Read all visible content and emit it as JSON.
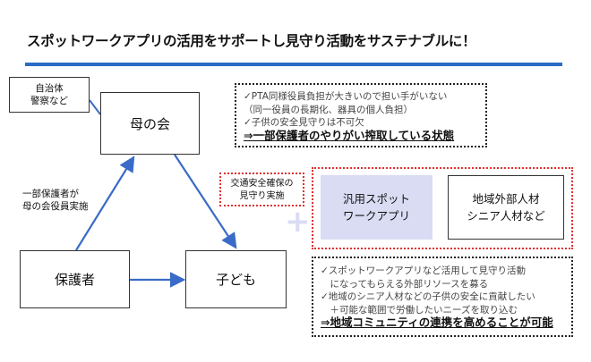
{
  "title": "スポットワークアプリの活用をサポートし見守り活動をサステナブルに！",
  "nodes": {
    "local": "自治体\n警察など",
    "mothers": "母の会",
    "guardians": "保護者",
    "children": "子ども"
  },
  "edge_label": "一部保護者が\n母の会役員実施",
  "traffic_box": "交通安全確保の\n見守り実施",
  "app_box": "汎用スポット\nワークアプリ",
  "external_box": "地域外部人材\nシニア人材など",
  "problem": {
    "lines": [
      "✓PTA同様役員負担が大きいので担い手がいない",
      "（同一役員の長期化、器具の個人負担）",
      "✓子供の安全見守りは不可欠"
    ],
    "conclusion": "⇒一部保護者のやりがい搾取している状態"
  },
  "solution": {
    "lines": [
      "✓スポットワークアプリなど活用して見守り活動",
      "　になってもらえる外部リソースを募る",
      "✓地域のシニア人材などの子供の安全に貢献したい",
      "　＋可能な範囲で労働したいニーズを取り込む"
    ],
    "conclusion": "⇒地域コミュニティの連携を高めることが可能"
  },
  "plus": "+",
  "colors": {
    "accent": "#2b6cc4",
    "red": "#e03030",
    "lavender": "#d9dcf3"
  }
}
